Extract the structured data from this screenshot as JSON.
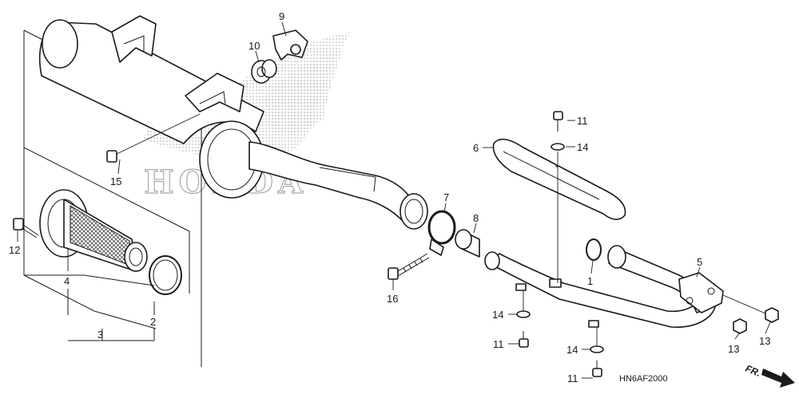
{
  "diagram": {
    "diagram_code": "HN6AF2000",
    "watermark_text": "HONDA",
    "front_indicator": "FR.",
    "callouts": [
      "1",
      "2",
      "3",
      "4",
      "5",
      "6",
      "7",
      "8",
      "9",
      "10",
      "11",
      "12",
      "13",
      "14",
      "15",
      "16"
    ],
    "callout_11": "11",
    "callout_13": "13",
    "callout_14": "14"
  }
}
